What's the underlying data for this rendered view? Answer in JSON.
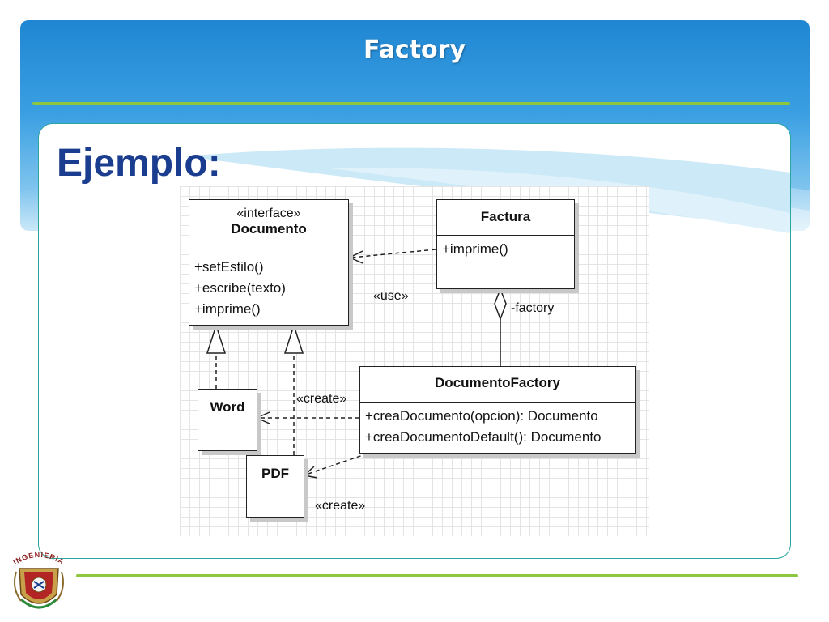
{
  "slide": {
    "title": "Factory",
    "subtitle": "Ejemplo:",
    "logo_text": "INGENIERIA"
  },
  "diagram": {
    "documento": {
      "stereotype": "«interface»",
      "name": "Documento",
      "operations": [
        "+setEstilo()",
        "+escribe(texto)",
        "+imprime()"
      ]
    },
    "factura": {
      "name": "Factura",
      "operations": [
        "+imprime()"
      ]
    },
    "documento_factory": {
      "name": "DocumentoFactory",
      "operations": [
        "+creaDocumento(opcion): Documento",
        "+creaDocumentoDefault(): Documento"
      ]
    },
    "word": {
      "name": "Word"
    },
    "pdf": {
      "name": "PDF"
    },
    "labels": {
      "use": "«use»",
      "factory": "-factory",
      "create_word": "«create»",
      "create_pdf": "«create»"
    }
  },
  "colors": {
    "header_blue": "#1f86d3",
    "rule_green": "#8dc63f",
    "panel_border": "#2aa6a0",
    "subtitle_blue": "#1a3d8f"
  }
}
